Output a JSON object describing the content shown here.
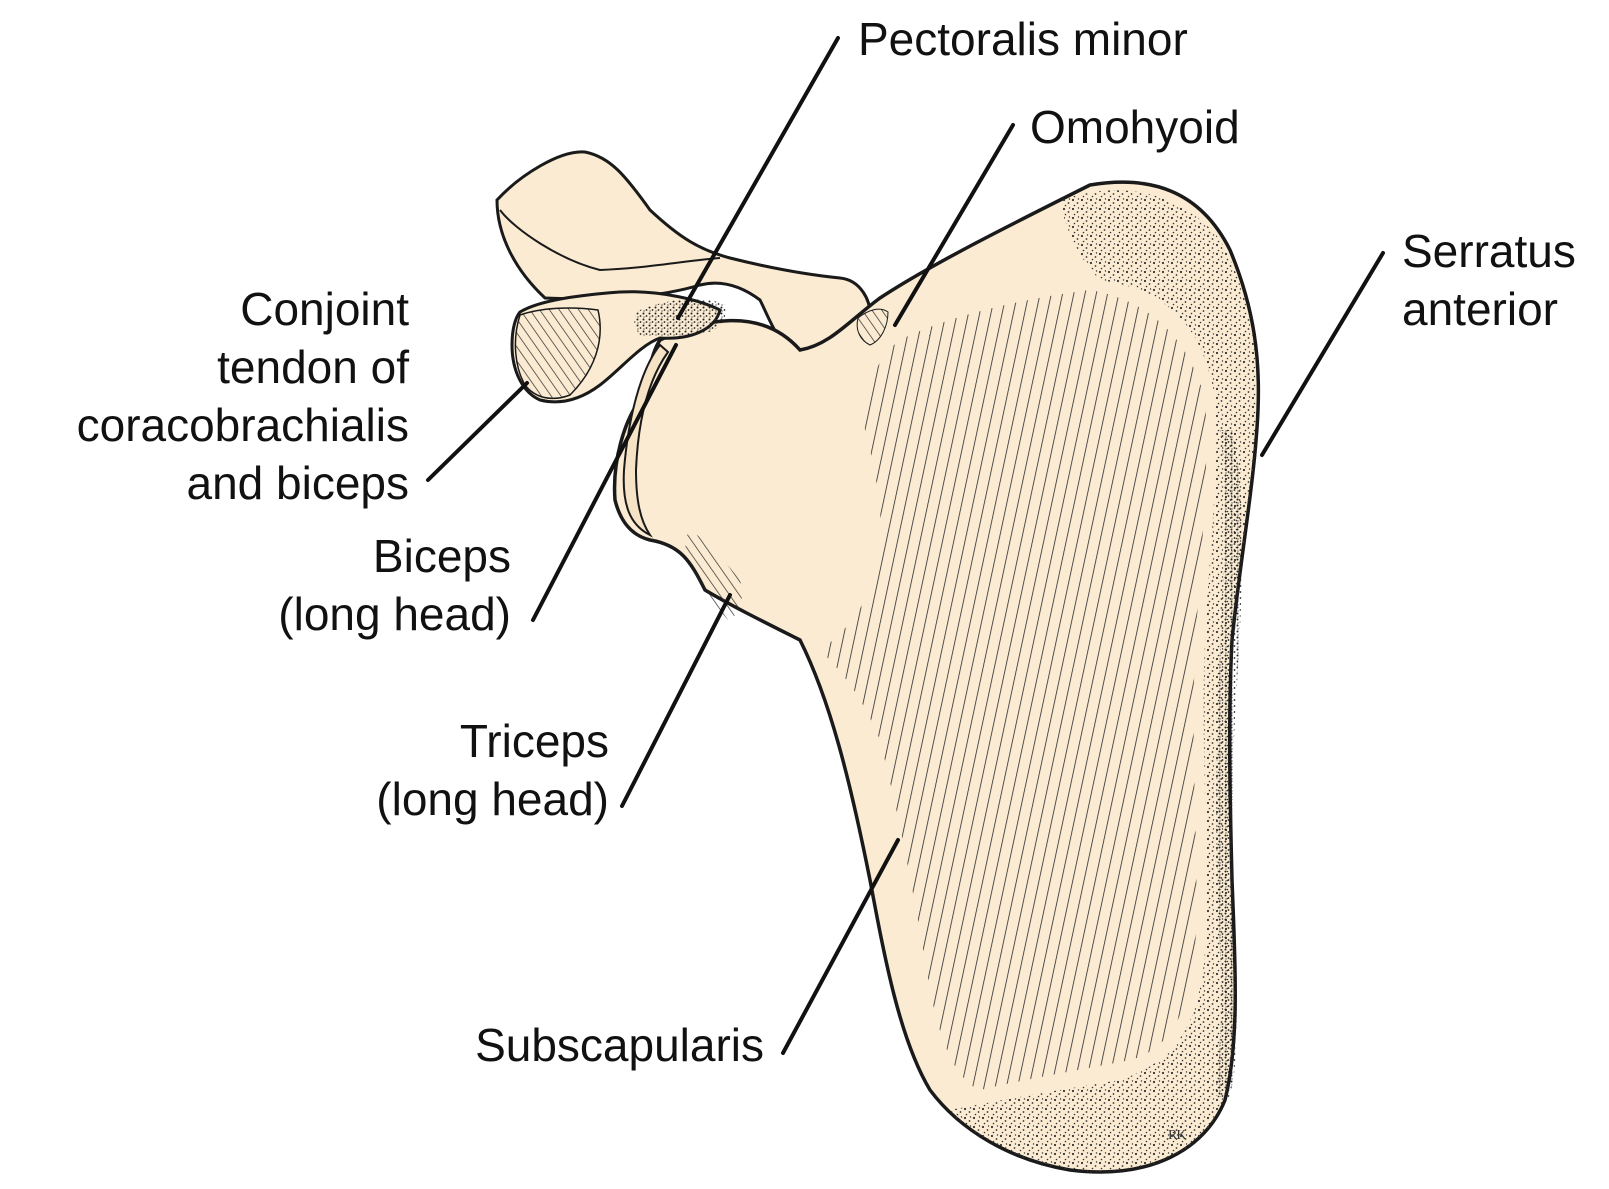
{
  "labels": {
    "pectoralis_minor": "Pectoralis minor",
    "omohyoid": "Omohyoid",
    "serratus_anterior": [
      "Serratus",
      "anterior"
    ],
    "conjoint_tendon": [
      "Conjoint",
      "tendon of",
      "coracobrachialis",
      "and biceps"
    ],
    "biceps_long_head": [
      "Biceps",
      "(long head)"
    ],
    "triceps_long_head": [
      "Triceps",
      "(long head)"
    ],
    "subscapularis": "Subscapularis"
  },
  "artist_initials": "RK",
  "colors": {
    "bone": "#faebd2",
    "outline": "#1a1a1a",
    "text": "#111111"
  }
}
